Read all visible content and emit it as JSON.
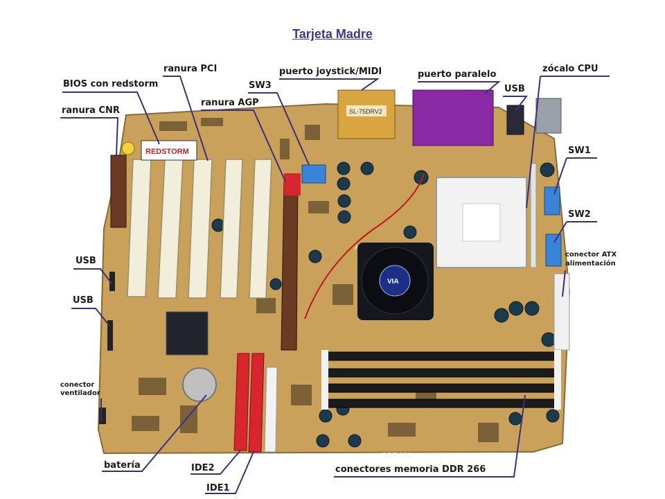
{
  "title": "Tarjeta Madre",
  "colors": {
    "pcb": "#c9a15a",
    "pcb_dark": "#8a6a34",
    "leader": "#3b2f7a",
    "pci_slot": "#f2eedc",
    "agp_slot": "#6b3a22",
    "ide_slot": "#d8262e",
    "ram_slot": "#1b1b1b",
    "parallel_port": "#8a2aa5",
    "joystick_port": "#d8a540",
    "fan": "#14181e",
    "battery": "#c0c0c0"
  },
  "labels": {
    "bios": "BIOS con redstorm",
    "pci": "ranura PCI",
    "joystick": "puerto joystick/MIDI",
    "parallel": "puerto paralelo",
    "cpu_socket": "zócalo CPU",
    "cnr": "ranura CNR",
    "agp": "ranura AGP",
    "sw3": "SW3",
    "usb_top": "USB",
    "sw1": "SW1",
    "sw2": "SW2",
    "atx_line1": "conector ATX",
    "atx_line2": "alimentación",
    "usb_left1": "USB",
    "usb_left2": "USB",
    "fan_line1": "conector",
    "fan_line2": "ventilador",
    "battery": "batería",
    "ide2": "IDE2",
    "ide1": "IDE1",
    "ddr": "conectores memoria DDR 266"
  },
  "board_text": {
    "bios_chip": "REDSTORM",
    "joystick_tag": "SL-75DRV2",
    "agp_mark": "AGP",
    "ddr_mark": "DDR 266",
    "fan_hub": "VIA"
  }
}
